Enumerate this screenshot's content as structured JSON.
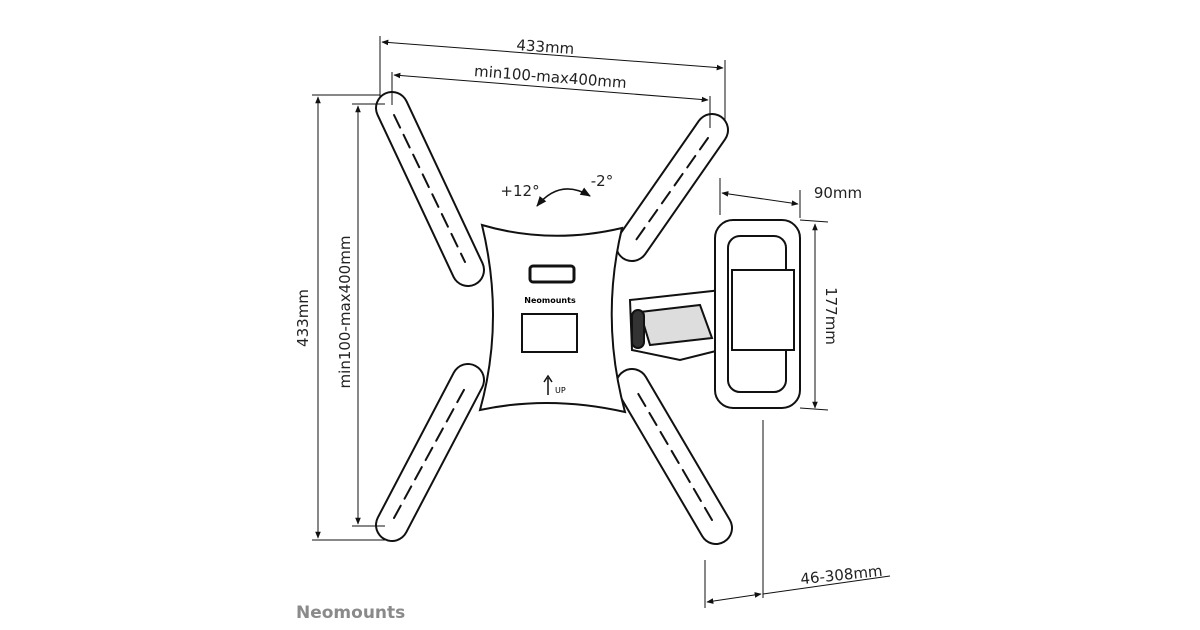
{
  "dimensions": {
    "total_width": "433mm",
    "vesa_width": "min100-max400mm",
    "total_height": "433mm",
    "vesa_height": "min100-max400mm",
    "wall_plate_width": "90mm",
    "wall_plate_height": "177mm",
    "wall_distance": "46-308mm"
  },
  "tilt": {
    "up": "+12°",
    "down": "-2°"
  },
  "plate_labels": {
    "brand": "Neomounts",
    "up": "UP"
  },
  "logo": "Neomounts",
  "colors": {
    "line": "#111111",
    "logo": "#8a8a8a"
  }
}
